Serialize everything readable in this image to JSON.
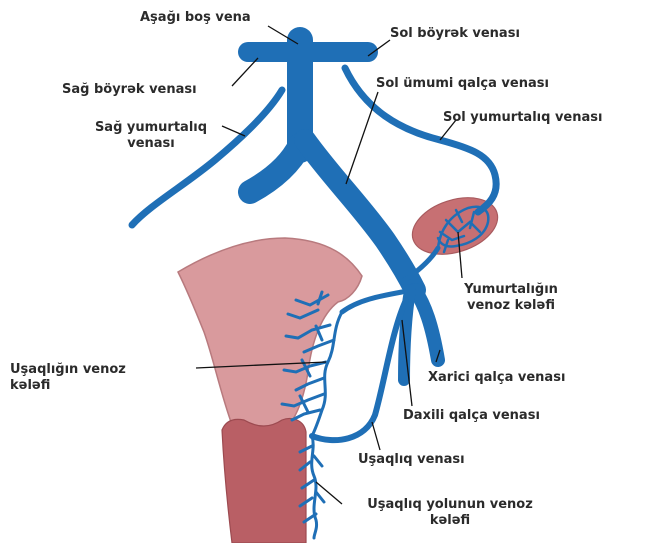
{
  "labels": {
    "inferior_vena_cava": "Aşağı boş vena",
    "left_renal_vein": "Sol böyrək venası",
    "right_renal_vein": "Sağ böyrək venası",
    "left_common_iliac_vein": "Sol ümumi qalça venası",
    "right_ovarian_vein": "Sağ yumurtalıq\nvenası",
    "left_ovarian_vein": "Sol yumurtalıq venası",
    "ovarian_venous_plexus": "Yumurtalığın\nvenoz kələfi",
    "uterine_venous_plexus": "Uşaqlığın venoz\nkələfi",
    "external_iliac_vein": "Xarici qalça venası",
    "internal_iliac_vein": "Daxili qalça venası",
    "uterine_vein": "Uşaqlıq venası",
    "vaginal_venous_plexus": "Uşaqlıq yolunun venoz\nkələfi"
  },
  "colors": {
    "vein": "#1f6fb6",
    "vein_dark": "#154f86",
    "uterus": "#d99a9d",
    "uterus_outline": "#b87a7e",
    "vagina": "#b95f65",
    "ovary": "#c77073",
    "leader": "#111111"
  }
}
